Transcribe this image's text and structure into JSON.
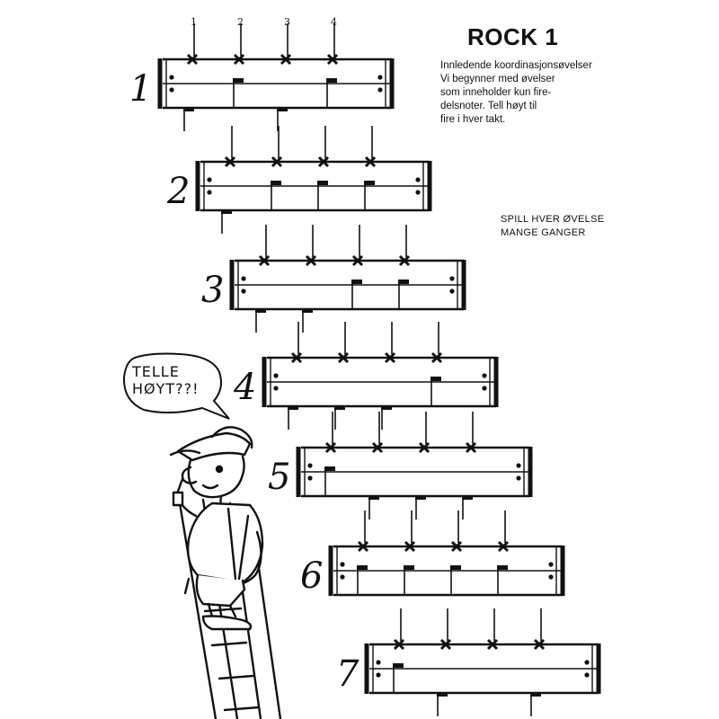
{
  "page": {
    "title": "ROCK 1",
    "intro_lines": [
      "Innledende koordinasjonsøvelser",
      "Vi begynner med øvelser",
      "som inneholder kun fire-",
      "delsnoter. Tell høyt til",
      "fire i hver takt."
    ],
    "hint_lines": [
      "SPILL HVER ØVELSE",
      "MANGE GANGER"
    ],
    "speech_lines": [
      "TELLE",
      "HØYT??!"
    ],
    "beat_counts": [
      "1",
      "2",
      "3",
      "4"
    ]
  },
  "exercises": [
    {
      "number": "1",
      "snare": [
        false,
        true,
        false,
        true
      ],
      "bass": [
        true,
        false,
        true,
        false
      ]
    },
    {
      "number": "2",
      "snare": [
        false,
        true,
        true,
        true
      ],
      "bass": [
        true,
        false,
        false,
        false
      ]
    },
    {
      "number": "3",
      "snare": [
        false,
        false,
        true,
        true
      ],
      "bass": [
        true,
        true,
        false,
        false
      ]
    },
    {
      "number": "4",
      "snare": [
        false,
        false,
        false,
        true
      ],
      "bass": [
        true,
        true,
        true,
        false
      ]
    },
    {
      "number": "5",
      "snare": [
        true,
        false,
        false,
        false
      ],
      "bass": [
        false,
        true,
        true,
        true
      ]
    },
    {
      "number": "6",
      "snare": [
        true,
        true,
        true,
        true
      ],
      "bass": [
        false,
        false,
        false,
        false
      ]
    },
    {
      "number": "7",
      "snare": [
        true,
        false,
        false,
        false
      ],
      "bass": [
        false,
        true,
        false,
        true
      ]
    }
  ]
}
